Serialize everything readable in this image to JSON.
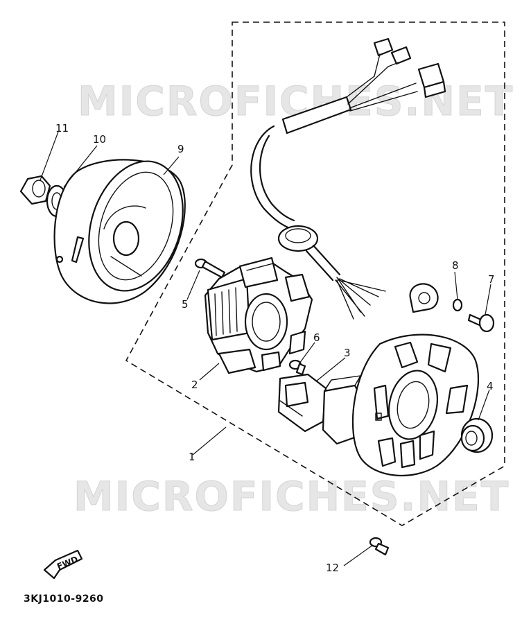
{
  "watermark": "MICROFICHES.NET",
  "diagram_code": "3KJ1010-9260",
  "front_arrow_label": "FWD",
  "callouts": {
    "c1": "1",
    "c2": "2",
    "c3": "3",
    "c4": "4",
    "c5": "5",
    "c6": "6",
    "c7": "7",
    "c8": "8",
    "c9": "9",
    "c10": "10",
    "c11": "11",
    "c12": "12"
  }
}
